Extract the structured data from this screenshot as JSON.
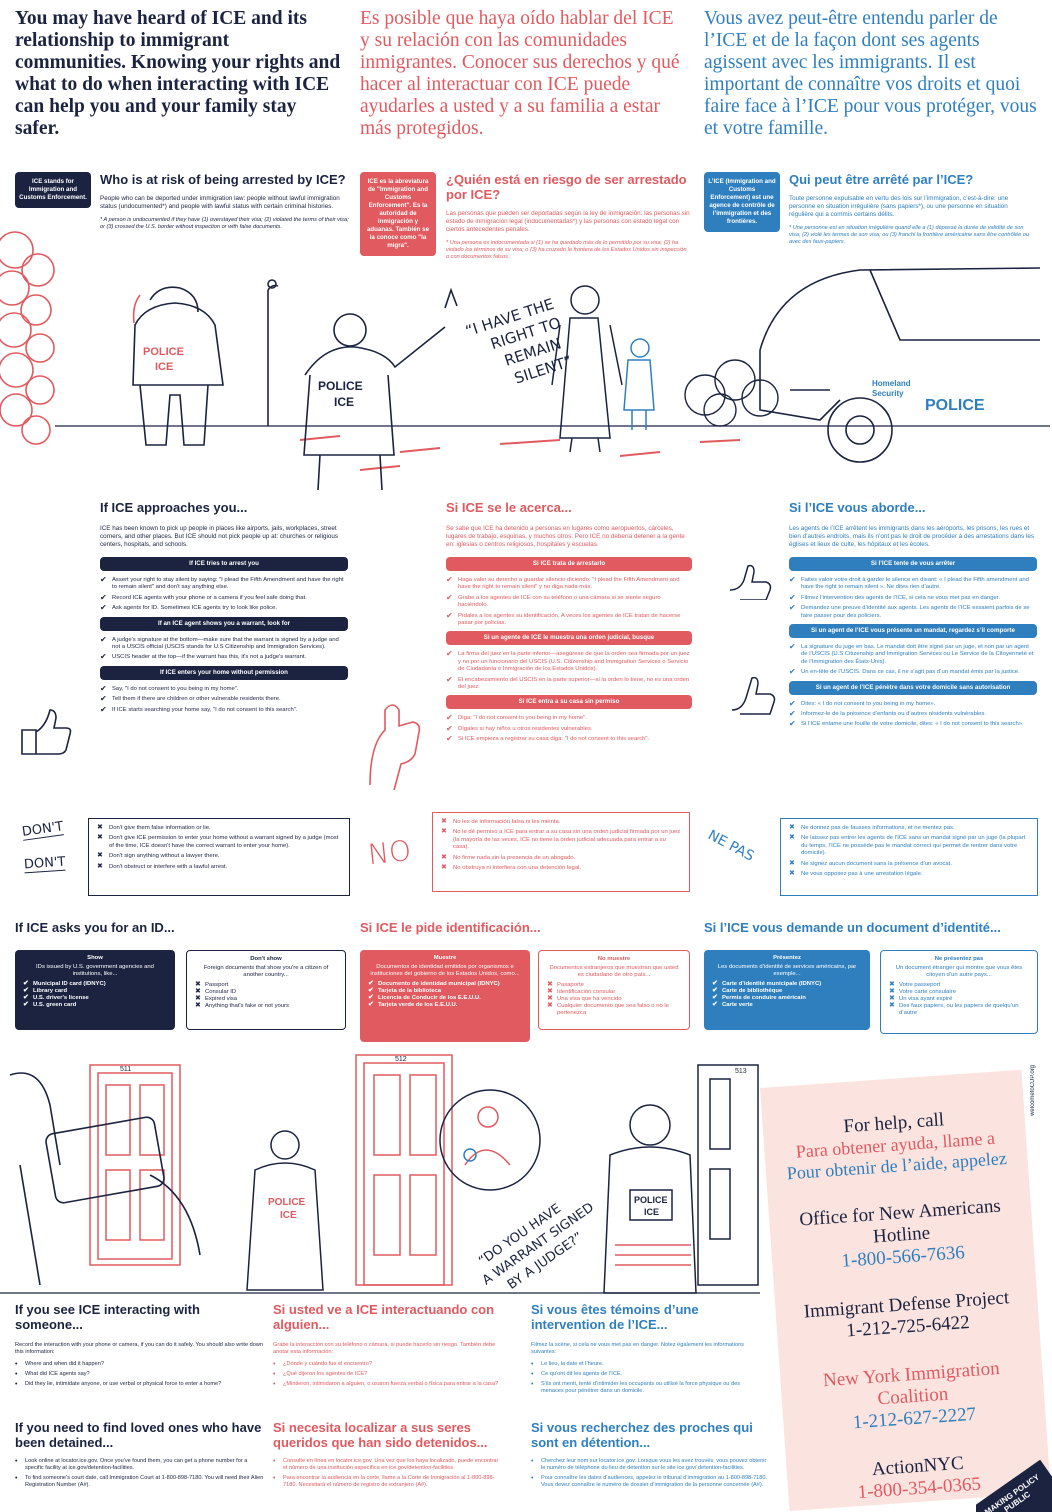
{
  "intro": {
    "en": "You may have heard of ICE and its relationship to immigrant communities. Knowing your rights and what to do when interacting with ICE can help you and your family stay safer.",
    "es": "Es posible que haya oído hablar del ICE y su relación con las comunidades inmigrantes. Conocer sus derechos y qué hacer al interactuar con ICE puede ayudarles a usted y a su familia a estar más protegidos.",
    "fr": "Vous avez peut-être entendu parler de l’ICE et de la façon dont ses agents agissent avec les immigrants. Il est important de connaître vos droits et quoi faire face à l’ICE pour vous protéger, vous et votre famille."
  },
  "risk": {
    "en": {
      "badge": "ICE stands for Immigration and Customs Enforcement.",
      "title": "Who is at risk of being arrested by ICE?",
      "body": "People who can be deported under immigration law: people without lawful immigration status (undocumented*) and people with lawful status with certain criminal histories.",
      "note": "* A person is undocumented if they have (1) overstayed their visa; (2) violated the terms of their visa; or (3) crossed the U.S. border without inspection or with false documents."
    },
    "es": {
      "badge": "ICE es la abreviatura de \"Immigration and Customs Enforcement\". Es la autoridad de inmigración y aduanas. También se la conoce como \"la migra\".",
      "title": "¿Quién está en riesgo de ser arrestado por ICE?",
      "body": "Las personas que pueden ser deportadas según la ley de inmigración: las personas sin estado de inmigración legal (indocumentadas*) y las personas con estado legal con ciertos antecedentes penales.",
      "note": "* Una persona es indocumentada si (1) se ha quedado más de lo permitido por su visa; (2) ha violado los términos de su visa; o (3) ha cruzado la frontera de los Estados Unidos sin inspección o con documentos falsos."
    },
    "fr": {
      "badge": "L’ICE (Immigration and Customs Enforcement) est une agence de contrôle de l’immigration et des frontières.",
      "title": "Qui peut être arrêté par l’ICE?",
      "body": "Toute personne expulsable en vertu des lois sur l’immigration, c’est-à-dire: une personne en situation irrégulière (sans papiers*), ou une personne en situation régulière qui a commis certains délits.",
      "note": "* Une personne est en situation irrégulière quand elle a (1) dépassé la durée de validité de son visa; (2) violé les termes de son visa; ou (3) franchi la frontière américaine sans être contrôlée ou avec des faux-papiers."
    }
  },
  "illus1": {
    "speech": "I HAVE THE RIGHT TO REMAIN SILENT",
    "police": "POLICE",
    "ice": "ICE",
    "homeland": "Homeland Security",
    "car_police": "POLICE"
  },
  "approach": {
    "en": {
      "title": "If ICE approaches you...",
      "body": "ICE has been known to pick up people in places like airports, jails, workplaces, street corners, and other places. But ICE should not pick people up at: churches or religious centers, hospitals, and schools.",
      "bar1": "If ICE tries to arrest you",
      "list1": [
        "Assert your right to stay silent by saying: \"I plead the Fifth Amendment and have the right to remain silent\" and don't say anything else.",
        "Record ICE agents with your phone or a camera if you feel safe doing that.",
        "Ask agents for ID. Sometimes ICE agents try to look like police."
      ],
      "bar2": "If an ICE agent shows you a warrant, look for",
      "list2": [
        "A judge's signature at the bottom—make sure that the warrant is signed by a judge and not a USCIS official (USCIS stands for U.S Citizenship and Immigration Services).",
        "USCIS header at the top—if the warrant has this, it's not a judge's warrant."
      ],
      "bar3": "If ICE enters your home without permission",
      "list3": [
        "Say, \"I do not consent to you being in my home\".",
        "Tell them if there are children or other vulnerable residents there.",
        "If ICE starts searching your home say, \"I do not consent to this search\"."
      ]
    },
    "es": {
      "title": "Si ICE se le acerca...",
      "body": "Se sabe que ICE ha detenido a personas en lugares como aeropuertos, cárceles, lugares de trabajo, esquinas, y muchos otros. Pero ICE no debería detener a la gente en: iglesias o centros religiosos, hospitales y escuelas.",
      "bar1": "Si ICE trata de arrestarlo",
      "list1": [
        "Haga valer su derecho a guardar silencio diciendo: \"I plead the Fifth Amendment and have the right to remain silent\" y no diga nada más.",
        "Grabe a los agentes de ICE con su teléfono o una cámara si se siente seguro haciéndolo.",
        "Pídales a los agentes su identificación. A veces los agentes de ICE tratan de hacerse pasar por policías."
      ],
      "bar2": "Si un agente de ICE le muestra una orden judicial, busque",
      "list2": [
        "La firma del juez en la parte inferior—asegúrese de que la orden sea firmada por un juez y no por un funcionario del USCIS (U.S. Citizenship and Immigration Services o Servicio de Ciudadanía e Inmigración de los Estados Unidos).",
        "El encabezamiento del USCIS en la parte superior—si la orden lo tiene, no es una orden del juez."
      ],
      "bar3": "Si ICE entra a su casa sin permiso",
      "list3": [
        "Diga: \"I do not consent to you being in my home\".",
        "Dígales si hay niños u otros residentes vulnerables.",
        "Si ICE empieza a registrar su casa diga: \"I do not consent to this search\"."
      ]
    },
    "fr": {
      "title": "Si l’ICE vous aborde...",
      "body": "Les agents de l’ICE arrêtent les immigrants dans les aéroports, les prisons, les rues et bien d’autres endroits, mais ils n’ont pas le droit de procéder à des arrestations dans les églises et lieux de culte, les hôpitaux et les écoles.",
      "bar1": "Si l’ICE tente de vous arrêter",
      "list1": [
        "Faites valoir votre droit à garder le silence en disant: « I plead the Fifth amendment and have the right to remain silent ». Ne dites rien d’autre.",
        "Filmez l’intervention des agents de l’ICE, si cela ne vous met pas en danger.",
        "Demandez une preuve d’identité aux agents. Les agents de l’ICE essaient parfois de se faire passer pour des policiers."
      ],
      "bar2": "Si un agent de l’ICE vous présente un mandat, regardez s’il comporte",
      "list2": [
        "La signature du juge en bas. Le mandat doit être signé par un juge, et non par un agent de l’USCIS (U.S Citizenship and Immigration Services ou Le Service de la Citoyenneté et de l’Immigration des États-Unis).",
        "Un en-tête de l’USCIS. Dans ce cas, il ne s’agit pas d’un mandat émis par la justice."
      ],
      "bar3": "Si un agent de l’ICE pénètre dans votre domicile sans autorisation",
      "list3": [
        "Dites: « I do not consent to you being in my home».",
        "Informez-le de la présence d’enfants ou d’autres résidents vulnérables.",
        "Si l’ICE entame une fouille de votre domicile, dites: « I do not consent to this search»."
      ]
    }
  },
  "dont": {
    "en": {
      "label1": "DON'T",
      "label2": "DON'T",
      "list": [
        "Don't give them false information or lie.",
        "Don't give ICE permission to enter your home without a warrant signed by a judge (most of the time, ICE doesn't have the correct warrant to enter your home).",
        "Don't sign anything without a lawyer there.",
        "Don't obstruct or interfere with a lawful arrest."
      ]
    },
    "es": {
      "label": "NO",
      "list": [
        "No les dé información falsa ni les mienta.",
        "No le dé permiso a ICE para entrar a su casa sin una orden judicial firmada por un juez (la mayoría de las veces, ICE no tiene la orden judicial adecuada para entrar a su casa).",
        "No firme nada sin la presencia de un abogado.",
        "No obstruya ni interfiera con una detención legal."
      ]
    },
    "fr": {
      "label": "NE PAS",
      "list": [
        "Ne donnez pas de fausses informations, et ne mentez pas.",
        "Ne laissez pas entrer les agents de l’ICE sans un mandat signé par un juge (la plupart du temps, l’ICE ne possède pas le mandat correct qui permet de rentrer dans votre domicile).",
        "Ne signez aucun document sans la présence d’un avocat.",
        "Ne vous opposez pas à une arrestation légale."
      ]
    }
  },
  "idsec": {
    "en": {
      "title": "If ICE asks you for an ID...",
      "show_t": "Show",
      "show_s": "IDs issued by U.S. government agencies and institutions, like...",
      "show": [
        "Municipal ID card (IDNYC)",
        "Library card",
        "U.S. driver's license",
        "U.S. green card"
      ],
      "no_t": "Don't show",
      "no_s": "Foreign documents that show you're a citizen of another country...",
      "no": [
        "Passport",
        "Consular ID",
        "Expired visa",
        "Anything that's fake or not yours"
      ]
    },
    "es": {
      "title": "Si ICE le pide identificación...",
      "show_t": "Muestre",
      "show_s": "Documentos de identidad emitidos por organismos e instituciones del gobierno de los Estados Unidos, como...",
      "show": [
        "Documento de identidad municipal (IDNYC)",
        "Tarjeta de la biblioteca",
        "Licencia de Conducir de los E.E.U.U.",
        "Tarjeta verde de los E.E.U.U."
      ],
      "no_t": "No muestre",
      "no_s": "Documentos extranjeros que muestran que usted es ciudadano de otro país...",
      "no": [
        "Pasaporte",
        "Identificación consular",
        "Una visa que ha vencido",
        "Cualquier documento que sea falso o no le pertenezca"
      ]
    },
    "fr": {
      "title": "Si l’ICE vous demande un document d’identité...",
      "show_t": "Présentez",
      "show_s": "Les documents d’identité de services américains, par exemple...",
      "show": [
        "Carte d’identité municipale (IDNYC)",
        "Carte de bibliothèque",
        "Permis de conduire américain",
        "Carte verte"
      ],
      "no_t": "Ne présentez pas",
      "no_s": "Un document étranger qui montre que vous êtes citoyen d’un autre pays...",
      "no": [
        "Votre passeport",
        "Votre carte consulaire",
        "Un visa ayant expiré",
        "Des faux papiers, ou les papiers de quelqu’un d’autre"
      ]
    }
  },
  "illus2": {
    "door1": "511",
    "door2": "512",
    "door3": "513",
    "speech": "DO YOU HAVE A WARRANT SIGNED BY A JUDGE?",
    "police": "POLICE",
    "ice": "ICE"
  },
  "witness": {
    "en": {
      "title": "If you see ICE interacting with someone...",
      "body": "Record the interaction with your phone or camera, if you can do it safely. You should also write down this information:",
      "list": [
        "Where and when did it happen?",
        "What did ICE agents say?",
        "Did they lie, intimidate anyone, or use verbal or physical force to enter a home?"
      ]
    },
    "es": {
      "title": "Si usted ve a ICE interactuando con alguien...",
      "body": "Grabe la interacción con su teléfono o cámara, si puede hacerlo sin riesgo. También debe anotar esta información:",
      "list": [
        "¿Dónde y cuándo fue el encuentro?",
        "¿Qué dijeron los agentes de ICE?",
        "¿Mintieron, intimidaron a alguien, o usaron fuerza verbal o física para entrar a la casa?"
      ]
    },
    "fr": {
      "title": "Si vous êtes témoins d’une intervention de l’ICE...",
      "body": "Filmez la scène, si cela ne vous met pas en danger. Notez également les informations suivantes:",
      "list": [
        "Le lieu, la date et l’heure.",
        "Ce qu’ont dit les agents de l’ICE.",
        "S’ils ont menti, tenté d’intimider les occupants ou utilisé la force physique ou des menaces pour pénétrer dans un domicile."
      ]
    }
  },
  "loved": {
    "en": {
      "title": "If you need to find loved ones who have been detained...",
      "list": [
        "Look online at locator.ice.gov. Once you've found them, you can get a phone number for a specific facility at ice.gov/detention-facilities.",
        "To find someone's court date, call Immigration Court at 1-800-898-7180. You will need their Alien Registration Number (A#)."
      ]
    },
    "es": {
      "title": "Si necesita localizar a sus seres queridos que han sido detenidos...",
      "list": [
        "Consulte en línea en locator.ice.gov. Una vez que los haya localizado, puede encontrar el número de una institución específica en ice.gov/detention-facilities.",
        "Para encontrar la audiencia en la corte, llame a la Corte de Inmigración al 1-800-898-7180. Necesitará el número de registro de extranjero (A#)."
      ]
    },
    "fr": {
      "title": "Si vous recherchez des proches qui sont en détention...",
      "list": [
        "Cherchez leur nom sur locator.ice.gov. Lorsque vous les avez trouvés, vous pouvez obtenir le numéro de téléphone du lieu de détention sur le site ice.gov/ detention-facilities.",
        "Pour connaître les dates d’audiences, appelez le tribunal d’immigration au 1-800-898-7180. Vous devez connaître le numéro de dossier d’immigration de la personne concernée (A#)."
      ]
    }
  },
  "help": {
    "call_en": "For help, call",
    "call_es": "Para obtener ayuda, llame a",
    "call_fr": "Pour obtenir de l’aide, appelez",
    "orgs": [
      {
        "name": "Office for New Americans Hotline",
        "phone": "1-800-566-7636"
      },
      {
        "name": "Immigrant Defense Project",
        "phone": "1-212-725-6422"
      },
      {
        "name": "New York Immigration Coalition",
        "phone": "1-212-627-2227"
      },
      {
        "name": "ActionNYC",
        "phone": "1-800-354-0365"
      }
    ],
    "site": "welcometoCUP.org",
    "stamp": "MAKING POLICY PUBLIC"
  },
  "colors": {
    "navy": "#1b2340",
    "red": "#e05a5f",
    "blue": "#2f7fbf",
    "pink": "#fbe3df"
  }
}
